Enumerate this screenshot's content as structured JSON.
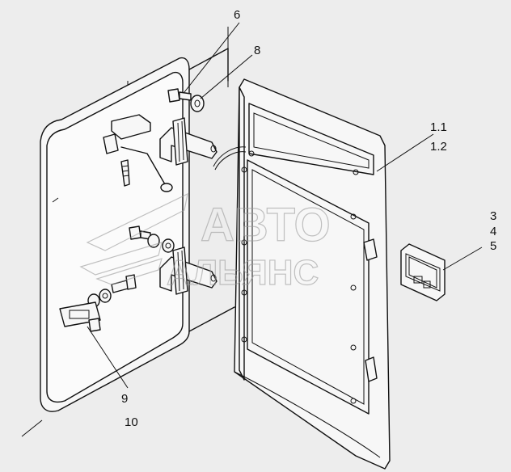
{
  "labels": {
    "l6": "6",
    "l8": "8",
    "l1_1": "1.1",
    "l1_2": "1.2",
    "l3": "3",
    "l4": "4",
    "l5": "5",
    "l9": "9",
    "l10": "10"
  },
  "watermark": {
    "line1": "АВТО",
    "line2": "АЛЬЯНС"
  }
}
